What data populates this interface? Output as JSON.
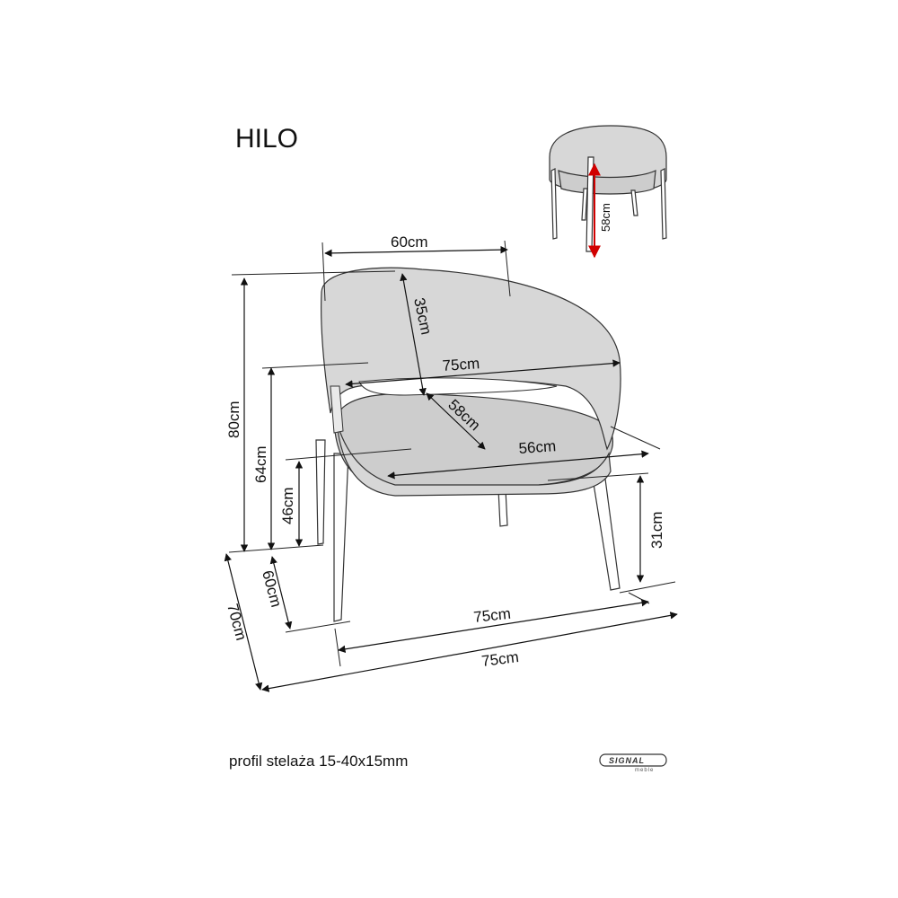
{
  "title": "HILO",
  "dimensions": {
    "top_width": "60cm",
    "back_height": "35cm",
    "arm_width": "75cm",
    "seat_diag": "58cm",
    "seat_width": "56cm",
    "total_height": "80cm",
    "arm_height": "64cm",
    "seat_height": "46cm",
    "leg_height": "31cm",
    "inner_depth": "60cm",
    "outer_depth": "70cm",
    "front_width": "75cm",
    "base_width": "75cm",
    "rear_height": "58cm"
  },
  "note": "profil stelaża 15-40x15mm",
  "logo": {
    "brand": "SIGNAL",
    "sub": "meble"
  },
  "colors": {
    "fabric": "#d7d7d7",
    "line": "#111111",
    "accent_arrow": "#d10000"
  }
}
